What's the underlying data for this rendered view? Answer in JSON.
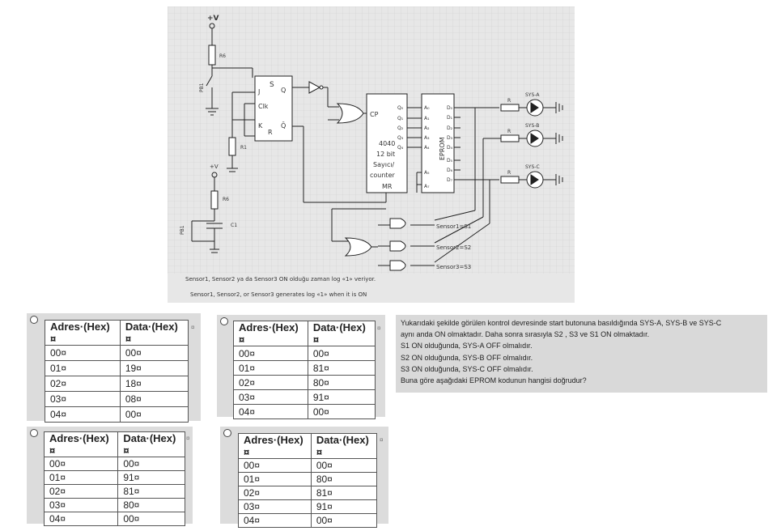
{
  "circuit": {
    "supply_top": "+V",
    "supply_mid": "+V",
    "r6_top": "R6",
    "r6_bottom": "R6",
    "r1": "R1",
    "pb1_top": "PB1",
    "pb1_bottom": "PB1",
    "c1": "C1",
    "ff_s": "S",
    "ff_j": "J",
    "ff_q": "Q",
    "ff_clk": "Clk",
    "ff_k": "K",
    "ff_r": "R",
    "ff_qbar": "Q̄",
    "counter_cp": "CP",
    "counter_name": "4040",
    "counter_bits": "12 bit",
    "counter_sayici": "Sayıcı/",
    "counter_counter": "counter",
    "counter_mr": "MR",
    "counter_outputs": [
      "Q₀",
      "Q₁",
      "Q₂",
      "Q₃",
      "Q₄"
    ],
    "eprom_label": "EPROM",
    "eprom_addr": [
      "A₀",
      "A₁",
      "A₂",
      "A₃",
      "A₄",
      "A₅",
      "A₇"
    ],
    "eprom_data": [
      "D₀",
      "D₁",
      "D₂",
      "D₃",
      "D₄",
      "D₅",
      "D₆",
      "D₇"
    ],
    "resistor_label": "R",
    "sys_a": "SYS-A",
    "sys_b": "SYS-B",
    "sys_c": "SYS-C",
    "sensor1": "Sensor1=S1",
    "sensor2": "Sensor2=S2",
    "sensor3": "Sensor3=S3",
    "caption_tr": "Sensor1, Sensor2 ya da Sensor3 ON olduğu zaman log «1» veriyor.",
    "caption_en": "Sensor1, Sensor2, or Sensor3 generates log «1» when it is ON"
  },
  "option_a": {
    "headers": [
      "Adres·(Hex)¤",
      "Data·(Hex)¤"
    ],
    "rows": [
      [
        "00¤",
        "00¤"
      ],
      [
        "01¤",
        "19¤"
      ],
      [
        "02¤",
        "18¤"
      ],
      [
        "03¤",
        "08¤"
      ],
      [
        "04¤",
        "00¤"
      ]
    ]
  },
  "option_b": {
    "headers": [
      "Adres·(Hex)¤",
      "Data·(Hex)¤"
    ],
    "rows": [
      [
        "00¤",
        "00¤"
      ],
      [
        "01¤",
        "81¤"
      ],
      [
        "02¤",
        "80¤"
      ],
      [
        "03¤",
        "91¤"
      ],
      [
        "04¤",
        "00¤"
      ]
    ]
  },
  "option_c": {
    "headers": [
      "Adres·(Hex)¤",
      "Data·(Hex)¤"
    ],
    "rows": [
      [
        "00¤",
        "00¤"
      ],
      [
        "01¤",
        "91¤"
      ],
      [
        "02¤",
        "81¤"
      ],
      [
        "03¤",
        "80¤"
      ],
      [
        "04¤",
        "00¤"
      ]
    ]
  },
  "option_d": {
    "headers": [
      "Adres·(Hex)¤",
      "Data·(Hex)¤"
    ],
    "rows": [
      [
        "00¤",
        "00¤"
      ],
      [
        "01¤",
        "80¤"
      ],
      [
        "02¤",
        "81¤"
      ],
      [
        "03¤",
        "91¤"
      ],
      [
        "04¤",
        "00¤"
      ]
    ]
  },
  "question": {
    "line1": "Yukarıdaki şekilde görülen kontrol devresinde start butonuna basıldığında SYS-A, SYS-B ve SYS-C",
    "line2": "aynı anda ON olmaktadır. Daha sonra sırasıyla S2 , S3 ve S1 ON olmaktadır.",
    "line3": "S1 ON olduğunda, SYS-A OFF olmalıdır.",
    "line4": "S2 ON olduğunda, SYS-B OFF olmalıdır.",
    "line5": "S3 ON olduğunda, SYS-C OFF olmalıdır.",
    "line6": "Buna göre aşağıdaki EPROM kodunun hangisi doğrudur?"
  },
  "cell_end_mark": "¤"
}
